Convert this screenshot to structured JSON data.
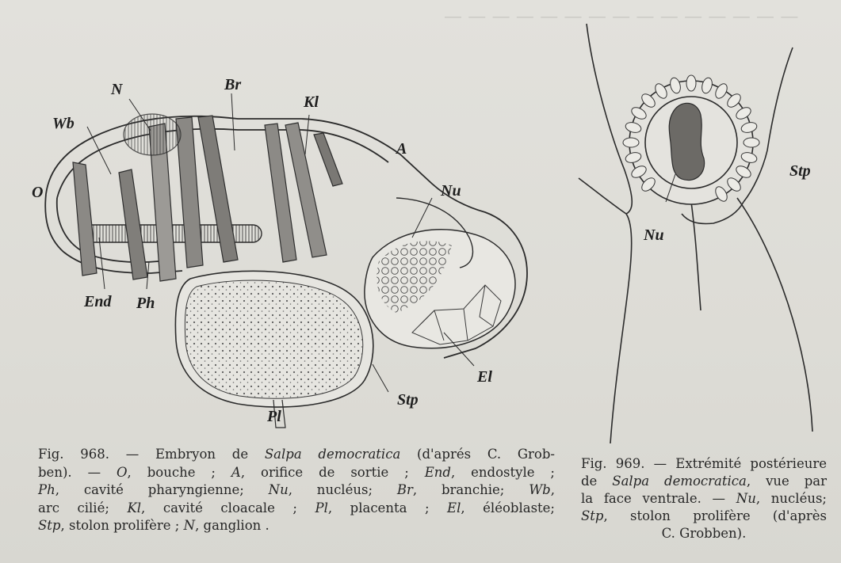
{
  "figure968": {
    "labels": {
      "N": "N",
      "Br": "Br",
      "Kl": "Kl",
      "Wb": "Wb",
      "O": "O",
      "A": "A",
      "Nu": "Nu",
      "End": "End",
      "Ph": "Ph",
      "El": "El",
      "Stp": "Stp",
      "Pl": "Pl"
    },
    "caption": {
      "fig": "Fig. 968. —",
      "l1a": "Embryon de ",
      "l1b": "Salpa democratica",
      "l1c": " (d'aprés C. Grob-",
      "l2a": "ben). — ",
      "l2b": "O",
      "l2c": ", bouche ; ",
      "l2d": "A",
      "l2e": ", orifice de sortie ; ",
      "l2f": "End",
      "l2g": ", endostyle ;",
      "l3a": "Ph",
      "l3b": ", cavité pharyngienne; ",
      "l3c": "Nu",
      "l3d": ", nucléus; ",
      "l3e": "Br",
      "l3f": ", branchie; ",
      "l3g": "Wb",
      "l3h": ",",
      "l4a": "arc cilié; ",
      "l4b": "Kl",
      "l4c": ", cavité cloacale ; ",
      "l4d": "Pl",
      "l4e": ", placenta ; ",
      "l4f": "El",
      "l4g": ", éléoblaste;",
      "l5a": "Stp",
      "l5b": ", stolon prolifère ; ",
      "l5c": "N",
      "l5d": ", ganglion ."
    }
  },
  "figure969": {
    "labels": {
      "Stp": "Stp",
      "Nu": "Nu"
    },
    "caption": {
      "l1": "Fig. 969. — Extrémité postérieure",
      "l2a": "de ",
      "l2b": "Salpa democratica",
      "l2c": ", vue par",
      "l3a": "la face ventrale. — ",
      "l3b": "Nu",
      "l3c": ", nucléus;",
      "l4a": "Stp",
      "l4b": ", stolon prolifère (d'après",
      "l5": "C. Grobben)."
    }
  }
}
